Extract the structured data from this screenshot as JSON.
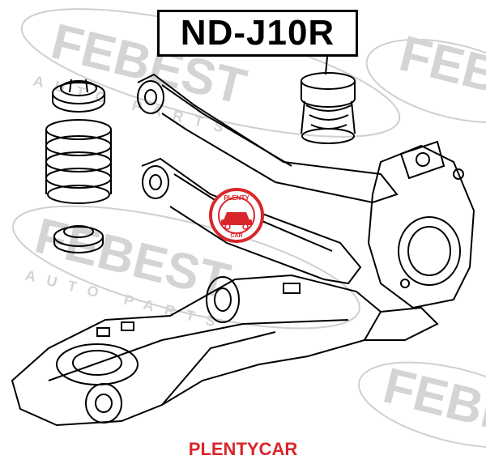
{
  "part_number": "ND-J10R",
  "watermark": {
    "brand": "FEBEST",
    "tagline": "AUTO PARTS",
    "color": "#c9c9c9"
  },
  "seal": {
    "top_text": "PLENTY",
    "bottom_text": "CAR",
    "color": "#d9262b"
  },
  "footer": {
    "brand": "PLENTYCAR",
    "color": "#d9262b"
  },
  "icons": {
    "part_highlight": "bump-stop-icon",
    "logo": "car-seal-icon"
  }
}
